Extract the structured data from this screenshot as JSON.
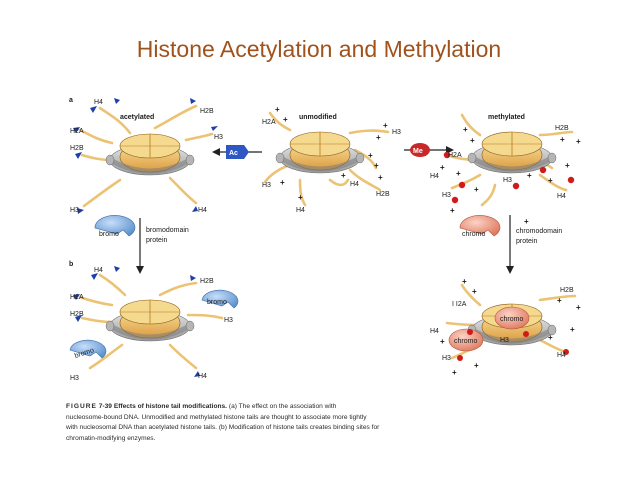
{
  "slide": {
    "title": "Histone Acetylation and Methylation"
  },
  "panels": {
    "a": "a",
    "b": "b"
  },
  "states": {
    "acetylated": "acetylated",
    "unmodified": "unmodified",
    "methylated": "methylated"
  },
  "histones": {
    "h2a": "H2A",
    "h2b": "H2B",
    "h3": "H3",
    "h4": "H4",
    "h2a_alt": "I I2A"
  },
  "plus": "+",
  "modifiers": {
    "ac": "Ac",
    "me": "Me"
  },
  "proteins": {
    "bromo": "bromo",
    "chromo": "chromo",
    "bromodomain_label": [
      "bromodomain",
      "protein"
    ],
    "chromodomain_label": [
      "chromodomain",
      "protein"
    ]
  },
  "caption": {
    "figure_word": "FIGURE",
    "figure_number": "7-39",
    "figure_title": "Effects of histone tail modifications.",
    "text_line1": "(a) The effect on the association with",
    "text_line2": "nucleosome-bound DNA. Unmodified and methylated histone tails are thought to associate more tightly",
    "text_line3": "with nucleosomal DNA than acetylated histone tails. (b) Modification of histone tails creates binding sites for",
    "text_line4": "chromatin-modifying enzymes."
  },
  "colors": {
    "title": "#a0521d",
    "acetyl_flag": "#1f3fa8",
    "methyl_dot": "#d11a1a",
    "bromo_protein": "#7fb0e0",
    "chromo_protein": "#f0a090",
    "core_yellow": "#f1cf72",
    "core_orange": "#e2a24a",
    "dna_gray": "#c9c9c9",
    "tail": "#ecc273"
  }
}
